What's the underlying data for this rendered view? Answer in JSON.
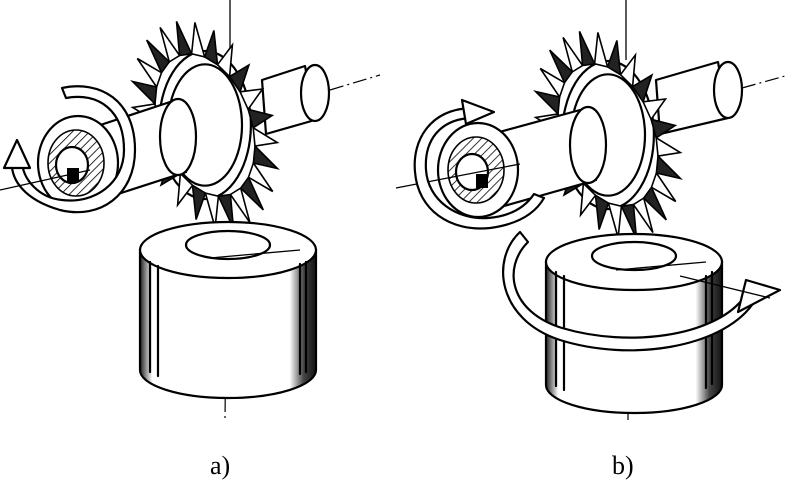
{
  "figure": {
    "panels": [
      {
        "id": "a",
        "caption": "a)"
      },
      {
        "id": "b",
        "caption": "b)"
      }
    ]
  }
}
